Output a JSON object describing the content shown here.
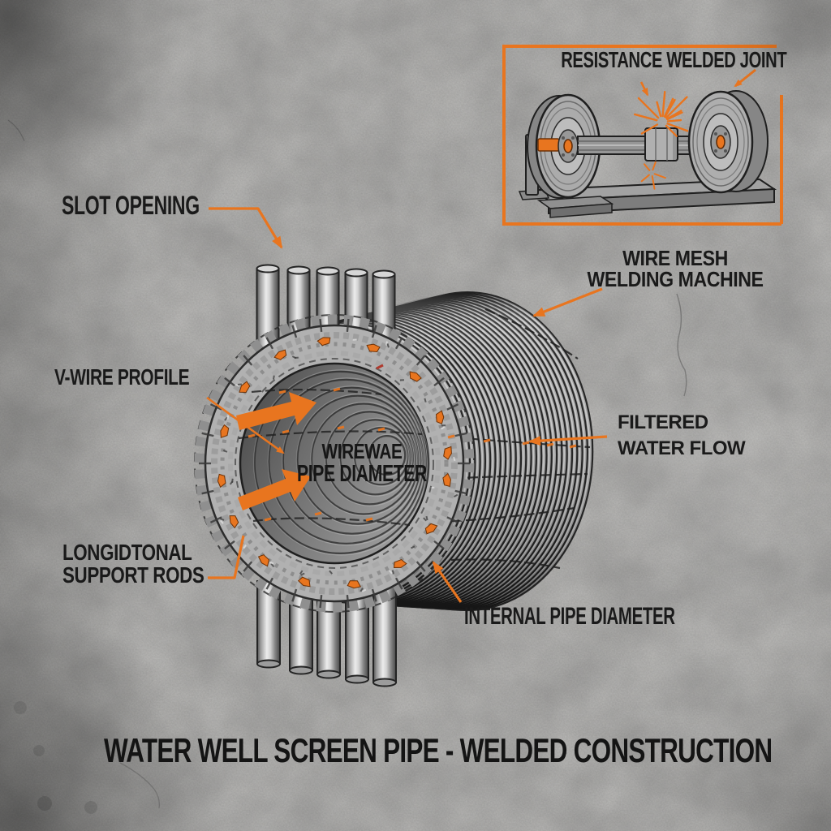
{
  "colors": {
    "accent": "#e8751f",
    "background": "#b2b1af",
    "text": "#1a1a1a"
  },
  "title": "WATER WELL SCREEN PIPE - WELDED CONSTRUCTION",
  "inset": {
    "title": "RESISTANCE WELDED JOINT"
  },
  "labels": {
    "slot_opening": "SLOT OPENING",
    "wire_mesh": {
      "line1": "WIRE MESH",
      "line2": "WELDING MACHINE"
    },
    "v_wire_profile": "V-WIRE PROFILE",
    "filtered_water_flow": {
      "line1": "FILTERED",
      "line2": "WATER FLOW"
    },
    "center_overlay": {
      "line1": "WIREWAE",
      "line2": "PIPE DIAMETER"
    },
    "longitudinal_support_rods": {
      "line1": "LONGIDTONAL",
      "line2": "SUPPORT RODS"
    },
    "internal_pipe_diameter": "INTERNAL PIPE DIAMETER"
  }
}
